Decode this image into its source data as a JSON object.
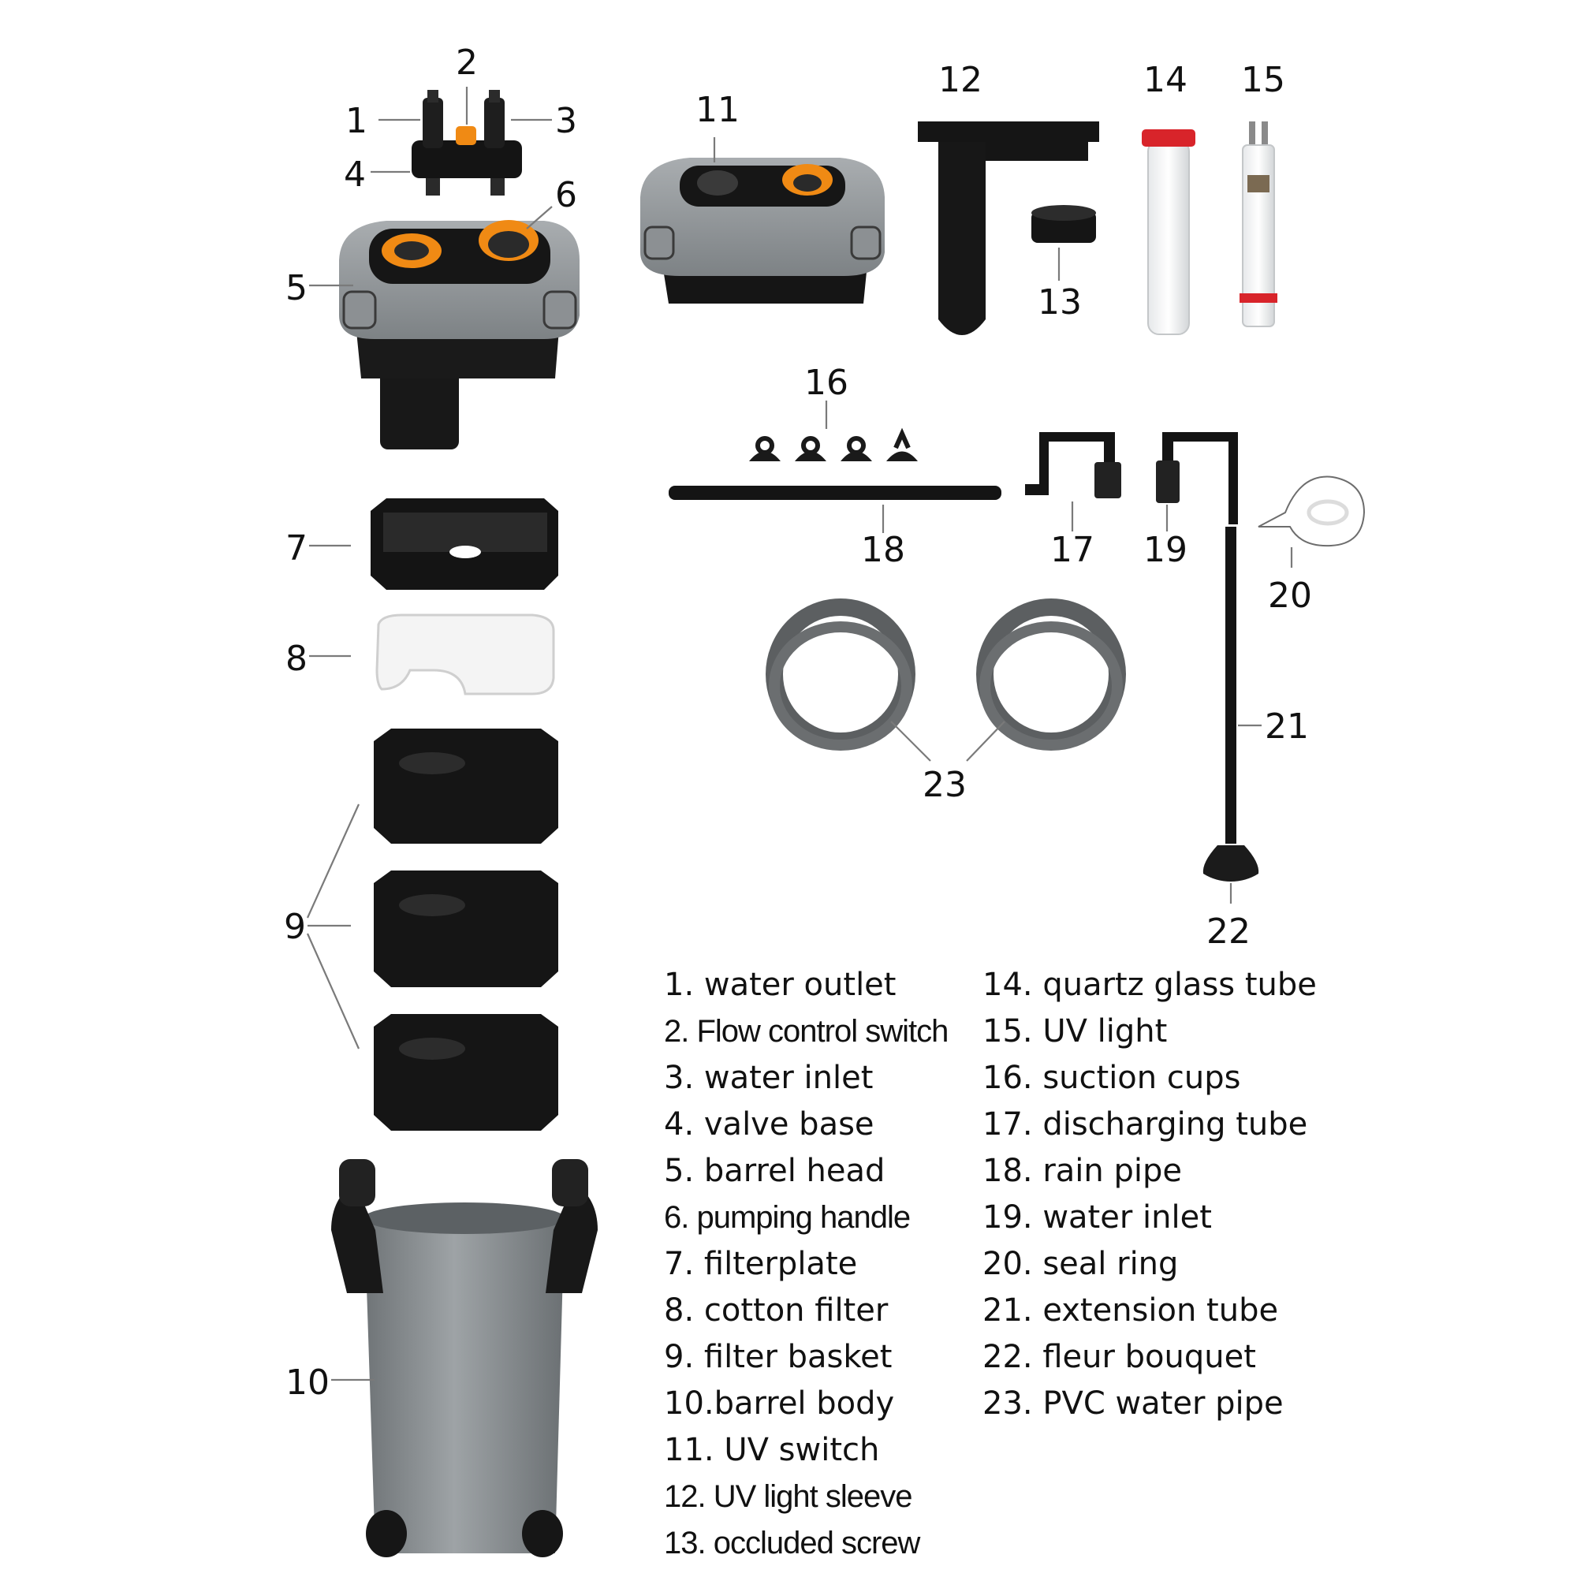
{
  "callouts": [
    "1",
    "2",
    "3",
    "4",
    "5",
    "6",
    "7",
    "8",
    "9",
    "10",
    "11",
    "12",
    "13",
    "14",
    "15",
    "16",
    "17",
    "18",
    "19",
    "20",
    "21",
    "22",
    "23"
  ],
  "legend_left": [
    "1. water outlet",
    "2. Flow control switch",
    "3. water inlet",
    "4. valve base",
    "5. barrel head",
    "6. pumping handle",
    "7. filterplate",
    "8. cotton filter",
    "9. filter basket",
    "10.barrel body",
    "11. UV switch",
    "12. UV light sleeve",
    "13. occluded screw"
  ],
  "legend_right": [
    "14. quartz glass tube",
    "15. UV light",
    "16. suction cups",
    "17. discharging tube",
    "18. rain pipe",
    "19. water inlet",
    "20. seal ring",
    "21. extension tube",
    "22. fleur bouquet",
    "23. PVC water pipe"
  ],
  "colors": {
    "part_black": "#141414",
    "part_grey": "#8d9294",
    "accent_orange": "#f08a14",
    "accent_red": "#d8242a",
    "leader_line": "#7a7a7a"
  }
}
